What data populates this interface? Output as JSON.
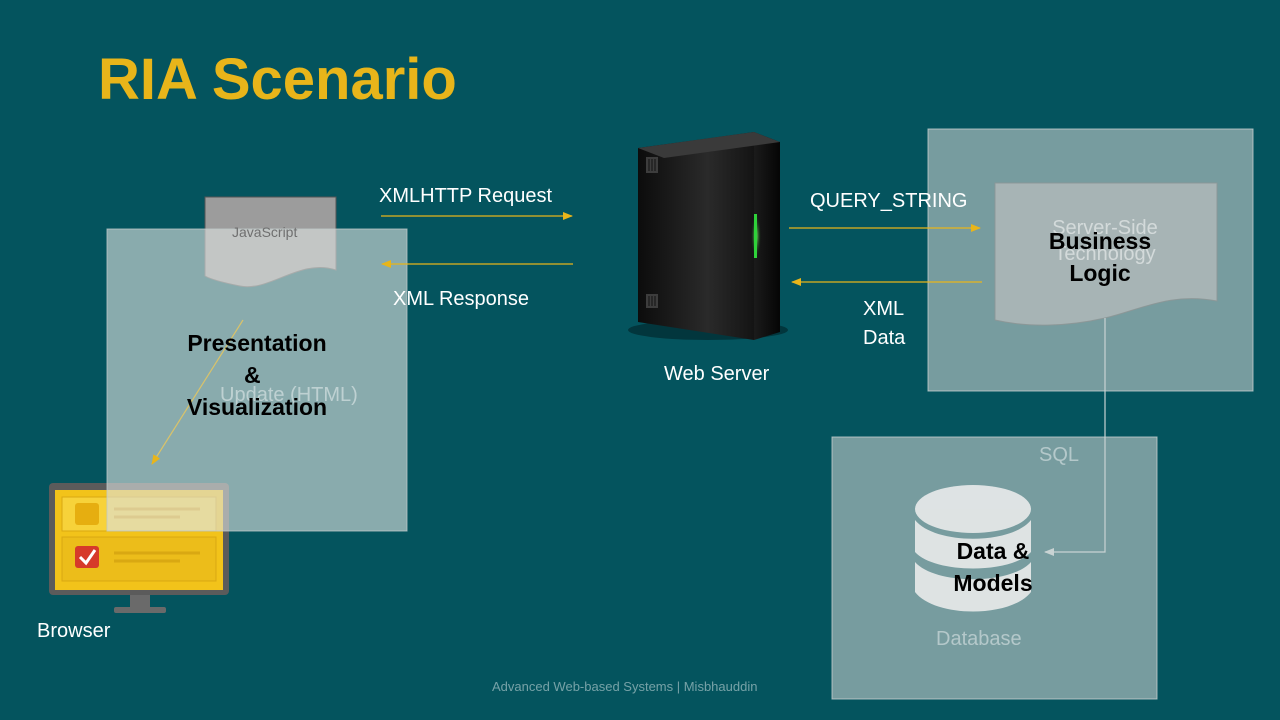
{
  "slide": {
    "title": "RIA Scenario",
    "footer": "Advanced Web-based Systems | Misbhauddin"
  },
  "diagram": {
    "javascript_doc": "JavaScript",
    "update_label": "Update (HTML)",
    "presentation_lines": [
      "Presentation",
      "&",
      "Visualization"
    ],
    "browser_label": "Browser",
    "xmlhttp_request": "XMLHTTP Request",
    "xml_response": "XML Response",
    "web_server_label": "Web Server",
    "query_string": "QUERY_STRING",
    "xml_data_lines": [
      "XML",
      "Data"
    ],
    "server_side_lines": [
      "Server-Side",
      "Technology"
    ],
    "business_logic_lines": [
      "Business",
      "Logic"
    ],
    "sql_label": "SQL",
    "data_models_lines": [
      "Data &",
      "Models"
    ],
    "database_label": "Database"
  },
  "colors": {
    "background": "#04545e",
    "title": "#e8b51a",
    "arrow": "#e8b51a"
  },
  "icons": [
    "server-tower-icon",
    "browser-monitor-icon",
    "database-cylinder-icon",
    "document-icon"
  ]
}
